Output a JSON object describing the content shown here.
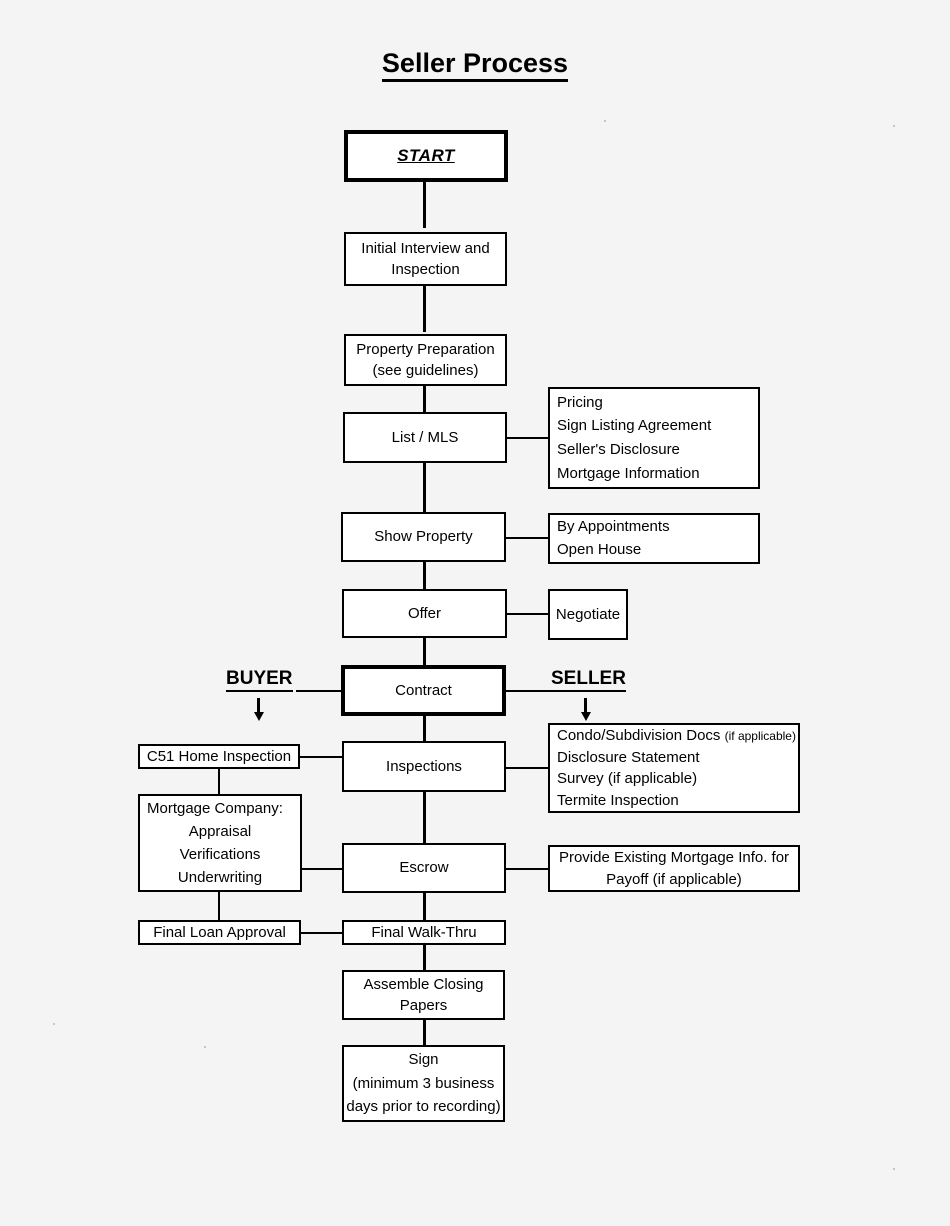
{
  "document": {
    "title": "Seller Process",
    "type": "flowchart"
  },
  "chart_data": {
    "type": "diagram",
    "title": "Seller Process",
    "nodes": [
      {
        "id": "start",
        "label": "START",
        "style": "thick-border bold italic underline"
      },
      {
        "id": "initial_interview",
        "label": "Initial Interview and Inspection"
      },
      {
        "id": "property_prep",
        "label": "Property Preparation (see guidelines)"
      },
      {
        "id": "list_mls",
        "label": "List / MLS"
      },
      {
        "id": "show_property",
        "label": "Show Property"
      },
      {
        "id": "offer",
        "label": "Offer"
      },
      {
        "id": "contract",
        "label": "Contract",
        "style": "thick-border"
      },
      {
        "id": "inspections",
        "label": "Inspections"
      },
      {
        "id": "escrow",
        "label": "Escrow"
      },
      {
        "id": "final_walk_thru",
        "label": "Final Walk-Thru"
      },
      {
        "id": "assemble_closing",
        "label": "Assemble Closing Papers"
      },
      {
        "id": "sign",
        "label": "Sign (minimum 3 business days prior to recording)"
      },
      {
        "id": "negotiate",
        "label": "Negotiate"
      },
      {
        "id": "listing_tasks",
        "label": "Pricing / Sign Listing Agreement / Seller's Disclosure / Mortgage Information"
      },
      {
        "id": "showing_tasks",
        "label": "By Appointments / Open House"
      },
      {
        "id": "seller_docs",
        "label": "Condo/Subdivision Docs (if applicable) / Disclosure Statement / Survey (if applicable) / Termite Inspection"
      },
      {
        "id": "payoff_info",
        "label": "Provide Existing Mortgage Info. for Payoff (if applicable)"
      },
      {
        "id": "c51_home_inspection",
        "label": "C51 Home Inspection"
      },
      {
        "id": "mortgage_company",
        "label": "Mortgage Company: Appraisal / Verifications / Underwriting"
      },
      {
        "id": "final_loan_approval",
        "label": "Final Loan Approval"
      }
    ],
    "edges": [
      [
        "start",
        "initial_interview"
      ],
      [
        "initial_interview",
        "property_prep"
      ],
      [
        "property_prep",
        "list_mls"
      ],
      [
        "list_mls",
        "listing_tasks"
      ],
      [
        "list_mls",
        "show_property"
      ],
      [
        "show_property",
        "showing_tasks"
      ],
      [
        "show_property",
        "offer"
      ],
      [
        "offer",
        "negotiate"
      ],
      [
        "offer",
        "contract"
      ],
      [
        "contract",
        "c51_home_inspection"
      ],
      [
        "contract",
        "seller_docs"
      ],
      [
        "contract",
        "inspections"
      ],
      [
        "inspections",
        "escrow"
      ],
      [
        "escrow",
        "payoff_info"
      ],
      [
        "escrow",
        "mortgage_company"
      ],
      [
        "escrow",
        "final_walk_thru"
      ],
      [
        "final_walk_thru",
        "final_loan_approval"
      ],
      [
        "final_walk_thru",
        "assemble_closing"
      ],
      [
        "assemble_closing",
        "sign"
      ]
    ],
    "lanes": [
      {
        "label": "BUYER",
        "side": "left"
      },
      {
        "label": "SELLER",
        "side": "right"
      }
    ]
  },
  "nodes": {
    "start": {
      "label": "START"
    },
    "initial_interview": {
      "line1": "Initial Interview and",
      "line2": "Inspection"
    },
    "property_prep": {
      "line1": "Property Preparation",
      "line2": "(see guidelines)"
    },
    "list_mls": {
      "label": "List / MLS"
    },
    "listing_tasks": {
      "items": [
        "Pricing",
        "Sign Listing Agreement",
        "Seller's Disclosure",
        "Mortgage Information"
      ]
    },
    "show_property": {
      "label": "Show Property"
    },
    "showing_tasks": {
      "items": [
        "By Appointments",
        "Open House"
      ]
    },
    "offer": {
      "label": "Offer"
    },
    "negotiate": {
      "label": "Negotiate"
    },
    "contract": {
      "label": "Contract"
    },
    "buyer_lane": {
      "label": "BUYER"
    },
    "seller_lane": {
      "label": "SELLER"
    },
    "c51_home_inspection": {
      "label": "C51 Home Inspection"
    },
    "inspections": {
      "label": "Inspections"
    },
    "seller_docs": {
      "item1_main": "Condo/Subdivision Docs",
      "item1_note": "(if applicable)",
      "item2": "Disclosure Statement",
      "item3": "Survey (if applicable)",
      "item4": "Termite Inspection"
    },
    "mortgage_company": {
      "heading": "Mortgage Company:",
      "items": [
        "Appraisal",
        "Verifications",
        "Underwriting"
      ]
    },
    "escrow": {
      "label": "Escrow"
    },
    "payoff_info": {
      "line1": "Provide Existing Mortgage Info. for",
      "line2": "Payoff (if applicable)"
    },
    "final_loan_approval": {
      "label": "Final Loan Approval"
    },
    "final_walk_thru": {
      "label": "Final Walk-Thru"
    },
    "assemble_closing": {
      "line1": "Assemble Closing",
      "line2": "Papers"
    },
    "sign": {
      "line1": "Sign",
      "line2": "(minimum 3 business",
      "line3": "days prior to recording)"
    }
  },
  "colors": {
    "background": "#f4f4f4",
    "box_fill": "#ffffff",
    "stroke": "#000000"
  }
}
